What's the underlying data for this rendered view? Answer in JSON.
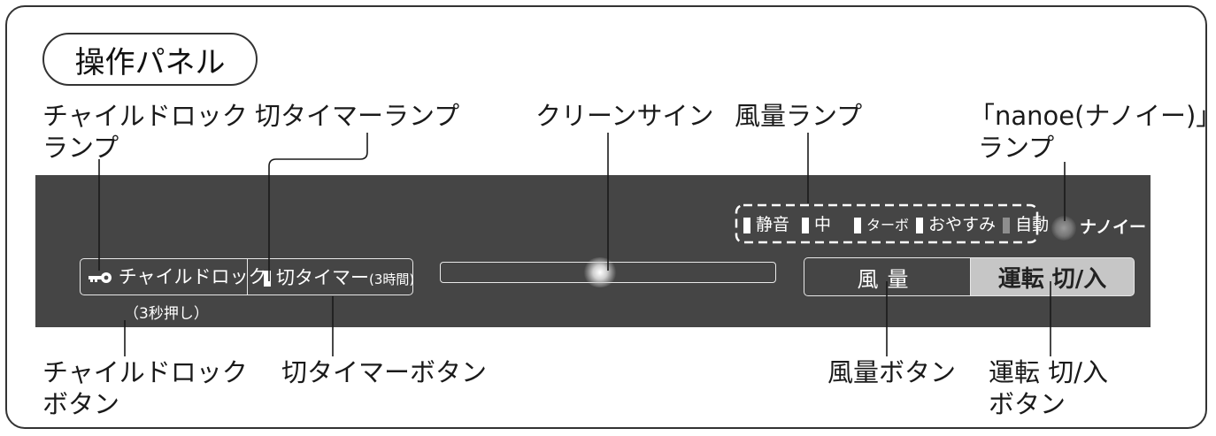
{
  "title": "操作パネル",
  "callouts": {
    "child_lock_lamp": [
      "チャイルドロック",
      "ランプ"
    ],
    "off_timer_lamp": "切タイマーランプ",
    "clean_sign": "クリーンサイン",
    "airflow_lamp": "風量ランプ",
    "nanoe_lamp": [
      "「nanoe(ナノイー)」",
      "ランプ"
    ],
    "child_lock_button": [
      "チャイルドロック",
      "ボタン"
    ],
    "off_timer_button": "切タイマーボタン",
    "airflow_button": "風量ボタン",
    "power_button": [
      "運転 切/入",
      "ボタン"
    ]
  },
  "panel": {
    "child_lock_label": "チャイルドロック",
    "child_lock_hint": "（3秒押し）",
    "off_timer_label": "切タイマー",
    "off_timer_hint": "(3時間)",
    "airflow_modes": [
      "静音",
      "中",
      "ターボ",
      "おやすみ",
      "自動"
    ],
    "nanoe_label": "ナノイー",
    "airflow_button_label": "風量",
    "power_button_label": "運転 切/入"
  },
  "colors": {
    "panel_bg": "#454545",
    "power_button_bg": "#c6c6c6",
    "indicator_lit": "#ffffff",
    "indicator_dim": "#8e8e8e"
  }
}
